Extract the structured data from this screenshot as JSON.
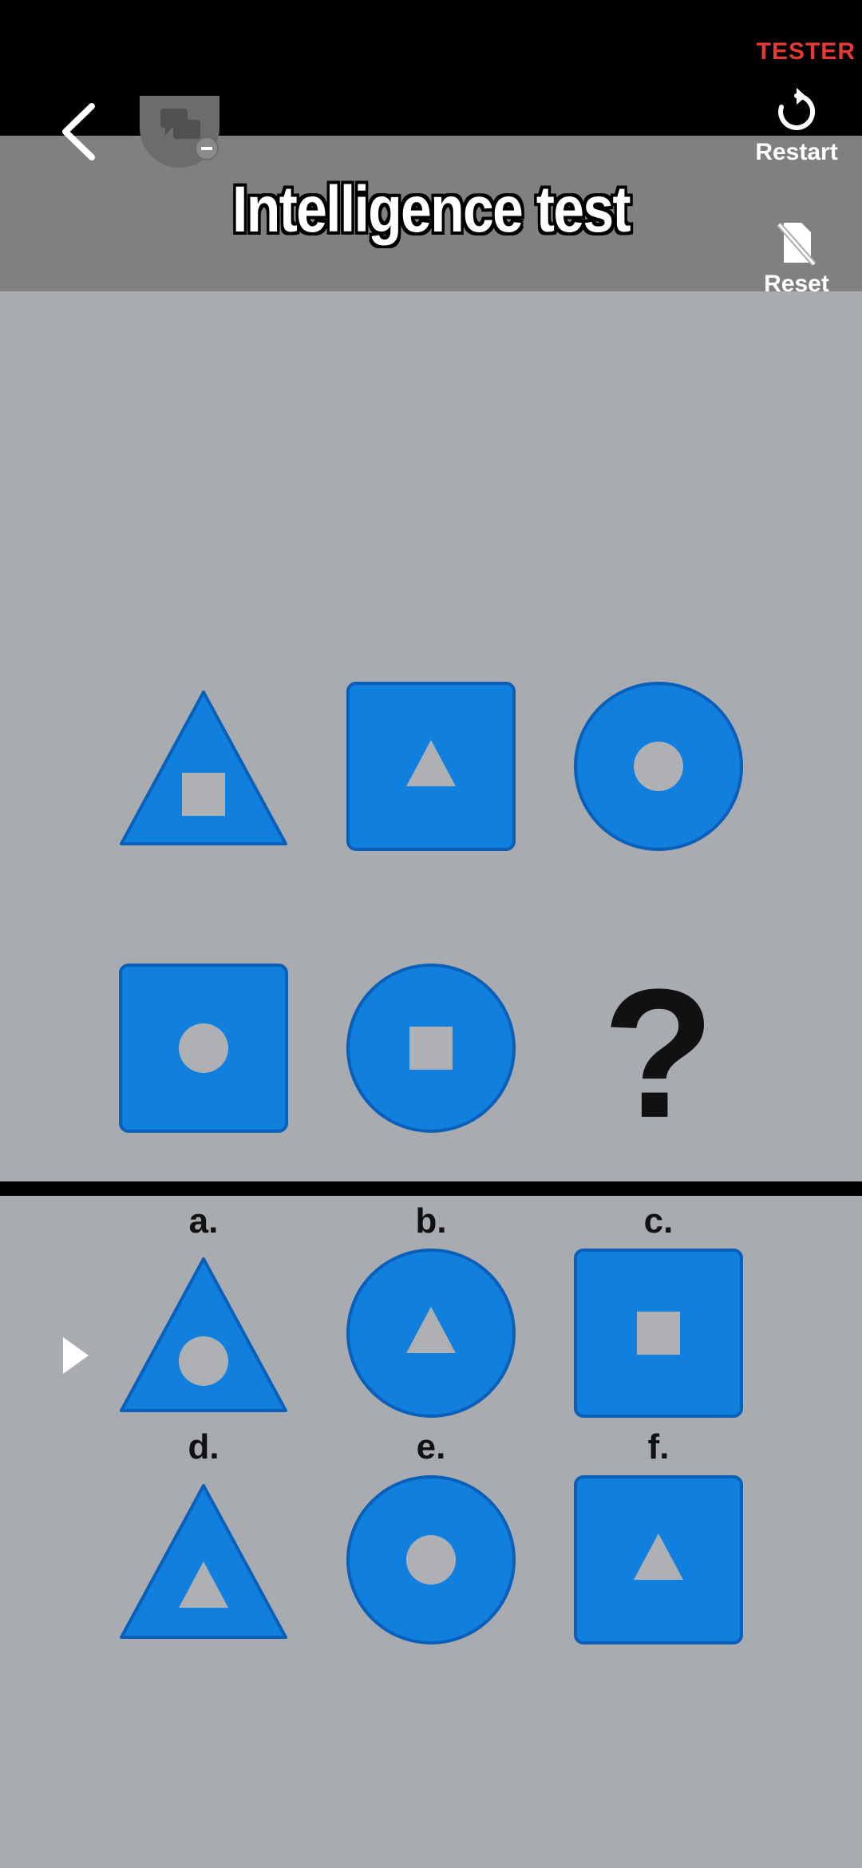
{
  "status": {
    "badge": "TESTER"
  },
  "header": {
    "title": "Intelligence test",
    "back_icon": "chevron-left-icon",
    "chat_icon": "chat-bubbles-minus-icon",
    "restart_label": "Restart",
    "reset_label": "Reset"
  },
  "colors": {
    "shape_fill": "#117fdd",
    "shape_stroke": "#0a5fb8",
    "inner_fill": "#aeb0b4",
    "background": "#a8abb0",
    "header_bg": "#808080",
    "tester": "#e53935"
  },
  "puzzle": {
    "row1": [
      {
        "outer": "triangle",
        "inner": "square"
      },
      {
        "outer": "square",
        "inner": "triangle"
      },
      {
        "outer": "circle",
        "inner": "circle"
      }
    ],
    "row2": [
      {
        "outer": "square",
        "inner": "circle"
      },
      {
        "outer": "circle",
        "inner": "square"
      },
      {
        "outer": "unknown",
        "symbol": "?"
      }
    ]
  },
  "options": [
    {
      "label": "a.",
      "outer": "triangle",
      "inner": "circle"
    },
    {
      "label": "b.",
      "outer": "circle",
      "inner": "triangle"
    },
    {
      "label": "c.",
      "outer": "square",
      "inner": "square"
    },
    {
      "label": "d.",
      "outer": "triangle",
      "inner": "triangle"
    },
    {
      "label": "e.",
      "outer": "circle",
      "inner": "circle"
    },
    {
      "label": "f.",
      "outer": "square",
      "inner": "triangle"
    }
  ]
}
